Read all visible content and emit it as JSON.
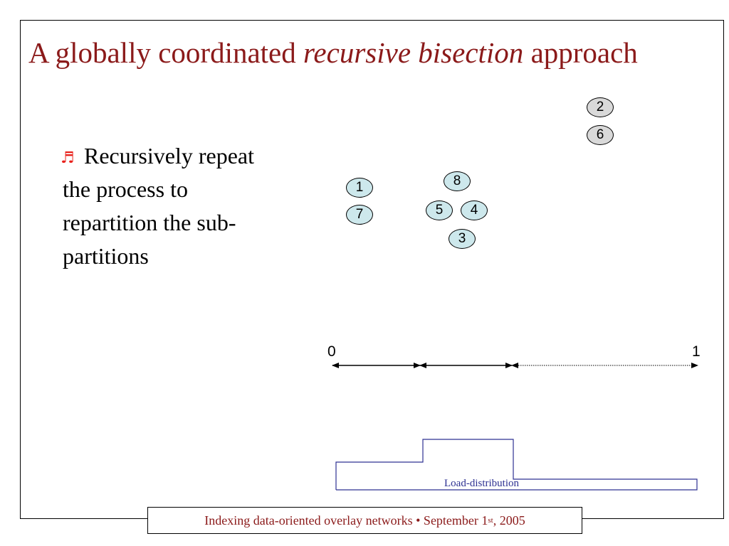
{
  "title": {
    "part1": "A globally coordinated ",
    "italic": "recursive bisection",
    "part2": " approach"
  },
  "bullet": {
    "icon": "music-note-icon",
    "text": "Recursively repeat the process to repartition the sub-partitions"
  },
  "nodes": {
    "n1": "1",
    "n7": "7",
    "n8": "8",
    "n5": "5",
    "n4": "4",
    "n3": "3",
    "n2": "2",
    "n6": "6"
  },
  "axis": {
    "start": "0",
    "end": "1"
  },
  "load_label": "Load-distribution",
  "footer": {
    "pre": "Indexing data-oriented overlay networks • September 1",
    "sup": "st",
    "post": ", 2005"
  },
  "colors": {
    "title": "#8b1a1a",
    "node_fill": "#cde8ec",
    "node_fill_gray": "#d9d9d9",
    "load_line": "#2e3192",
    "bullet_icon": "#e8201a"
  }
}
